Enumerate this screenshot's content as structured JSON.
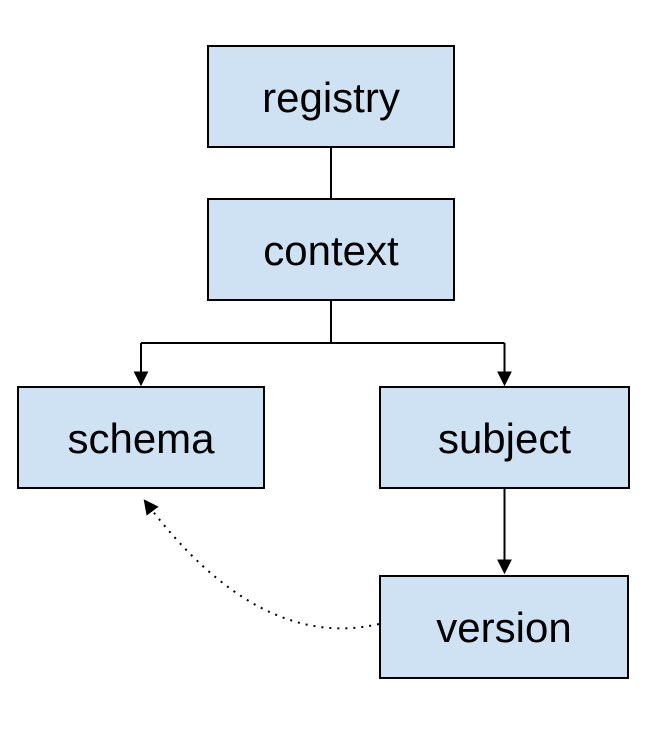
{
  "diagram": {
    "type": "hierarchy",
    "nodes": [
      {
        "id": "registry",
        "label": "registry"
      },
      {
        "id": "context",
        "label": "context"
      },
      {
        "id": "schema",
        "label": "schema"
      },
      {
        "id": "subject",
        "label": "subject"
      },
      {
        "id": "version",
        "label": "version"
      }
    ],
    "edges": [
      {
        "from": "registry",
        "to": "context",
        "style": "solid",
        "arrow": false
      },
      {
        "from": "context",
        "to": "schema",
        "style": "solid",
        "arrow": true
      },
      {
        "from": "context",
        "to": "subject",
        "style": "solid",
        "arrow": true
      },
      {
        "from": "subject",
        "to": "version",
        "style": "solid",
        "arrow": true
      },
      {
        "from": "version",
        "to": "schema",
        "style": "dotted",
        "arrow": true
      }
    ]
  },
  "colors": {
    "node_fill": "#cfe2f3",
    "node_border": "#000000",
    "connector": "#000000",
    "background": "#ffffff"
  }
}
